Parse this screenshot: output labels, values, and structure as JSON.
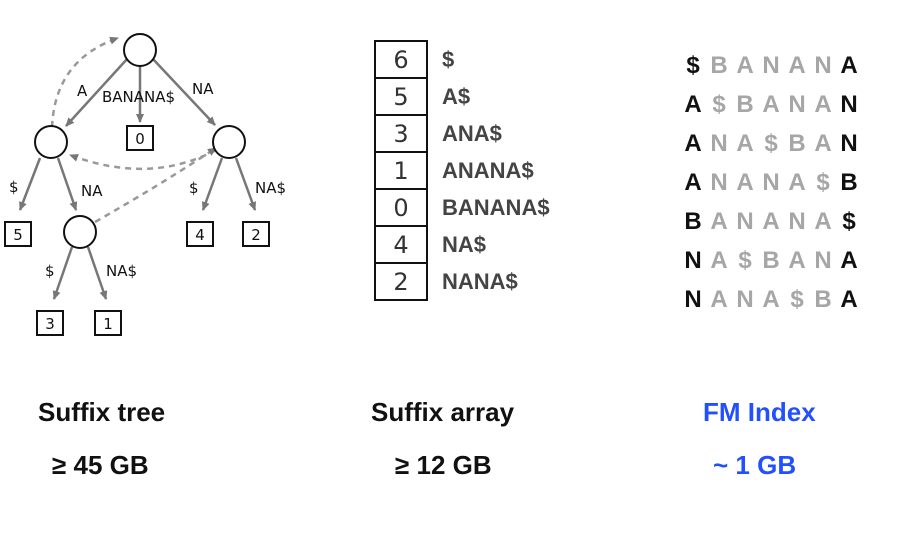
{
  "tree": {
    "edge_labels": [
      "A",
      "BANANA$",
      "NA",
      "$",
      "NA",
      "$",
      "NA$",
      "$",
      "NA$"
    ],
    "leaves": [
      "0",
      "5",
      "4",
      "2",
      "3",
      "1"
    ]
  },
  "suffix_array": {
    "indices": [
      "6",
      "5",
      "3",
      "1",
      "0",
      "4",
      "2"
    ],
    "suffixes": [
      "$",
      "A$",
      "ANA$",
      "ANANA$",
      "BANANA$",
      "NA$",
      "NANA$"
    ]
  },
  "bwt_rows": [
    "$BANANA",
    "A$BANAN",
    "ANA$BAN",
    "ANANA$B",
    "BANANA$",
    "NA$BANA",
    "NANA$BA"
  ],
  "captions": {
    "suffix_tree": {
      "title": "Suffix tree",
      "size": "≥ 45 GB"
    },
    "suffix_array": {
      "title": "Suffix array",
      "size": "≥ 12 GB"
    },
    "fm_index": {
      "title": "FM Index",
      "size": "~ 1 GB"
    }
  },
  "colors": {
    "fm_index_caption": "#2350ff",
    "bwt_middle": "#a6a6a6",
    "tree_edges": "#777777"
  }
}
